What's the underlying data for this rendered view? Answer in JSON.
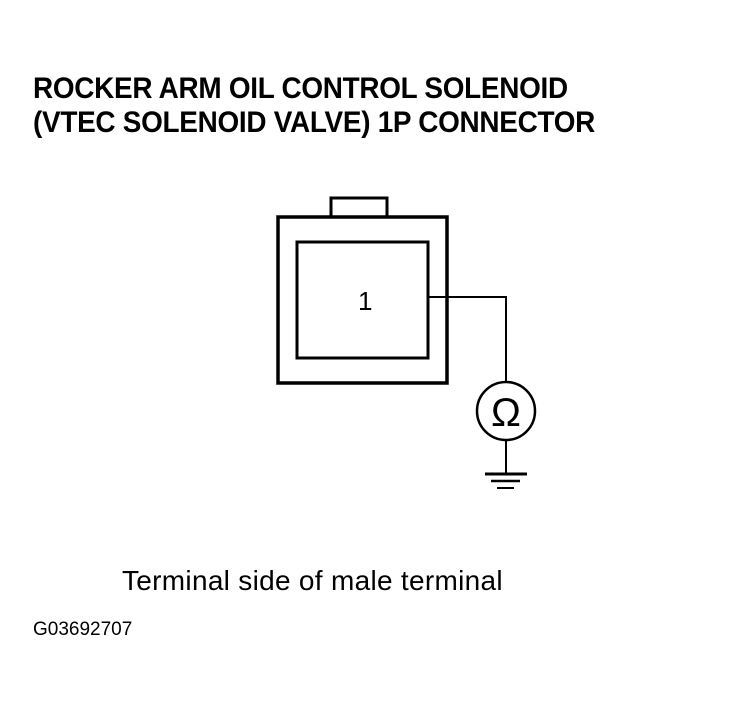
{
  "title": {
    "line1": "ROCKER ARM OIL CONTROL SOLENOID",
    "line2": "(VTEC SOLENOID VALVE) 1P CONNECTOR"
  },
  "connector": {
    "pin_label": "1",
    "pins": 1
  },
  "meter": {
    "symbol": "Ω",
    "icon": "ohmmeter-icon"
  },
  "ground": {
    "icon": "ground-icon"
  },
  "caption": "Terminal side of male terminal",
  "figure_id": "G03692707"
}
